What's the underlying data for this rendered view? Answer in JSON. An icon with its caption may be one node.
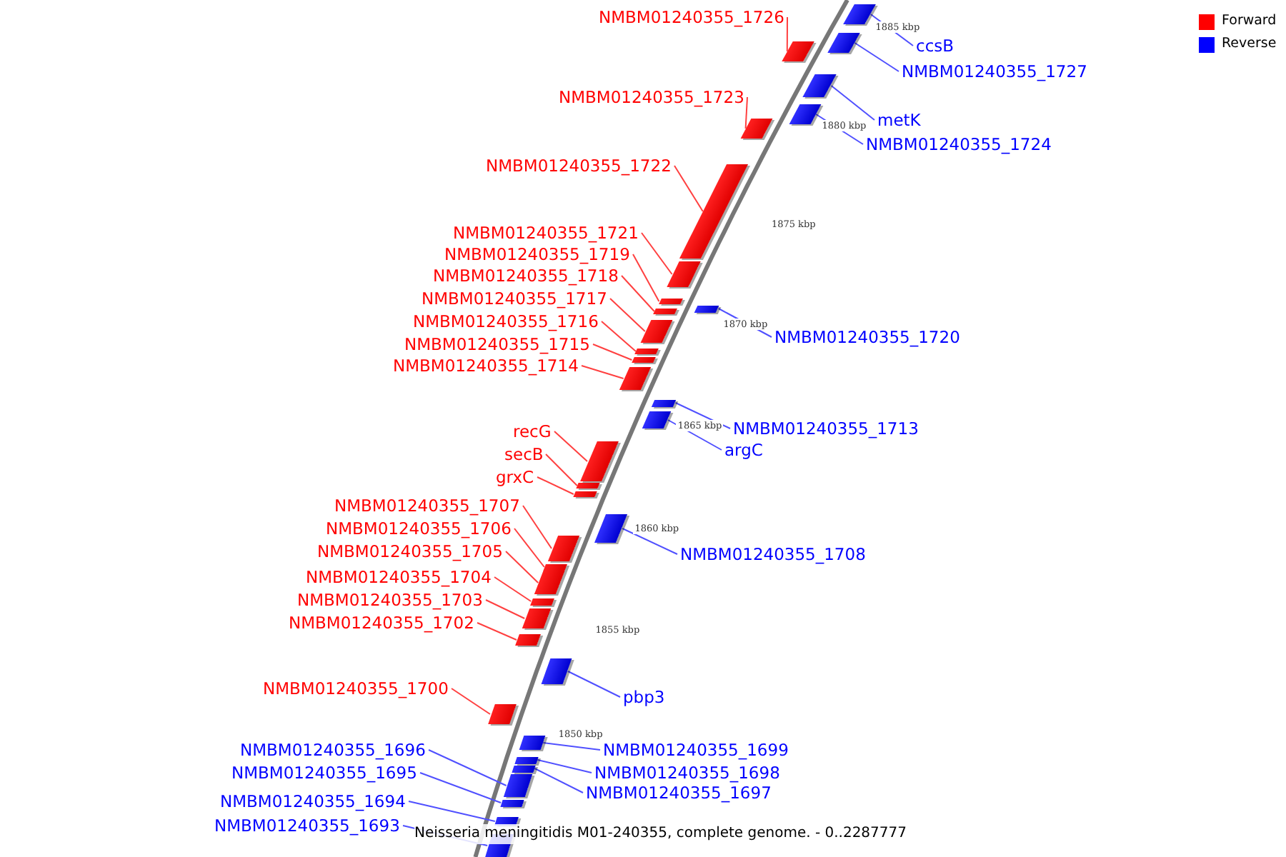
{
  "diagram": {
    "caption": "Neisseria meningitidis M01-240355, complete genome. - 0..2287777",
    "nodes": [
      {
        "text": [
          "NMBM01240355_1726"
        ]
      },
      {
        "text": [
          "ccsB"
        ]
      },
      {
        "text": [
          "NMBM01240355_1727"
        ]
      },
      {
        "text": [
          "NMBM01240355_1723"
        ]
      },
      {
        "text": [
          "metK"
        ]
      },
      {
        "text": [
          "NMBM01240355_1724"
        ]
      },
      {
        "text": [
          "NMBM01240355_1722"
        ]
      },
      {
        "text": [
          "NMBM01240355_1721"
        ]
      },
      {
        "text": [
          "NMBM01240355_1719"
        ]
      },
      {
        "text": [
          "NMBM01240355_1718"
        ]
      },
      {
        "text": [
          "NMBM01240355_1717"
        ]
      },
      {
        "text": [
          "NMBM01240355_1716"
        ]
      },
      {
        "text": [
          "NMBM01240355_1720"
        ]
      },
      {
        "text": [
          "NMBM01240355_1715"
        ]
      },
      {
        "text": [
          "NMBM01240355_1714"
        ]
      },
      {
        "text": [
          "NMBM01240355_1713"
        ]
      },
      {
        "text": [
          "recG"
        ]
      },
      {
        "text": [
          "argC"
        ]
      },
      {
        "text": [
          "secB"
        ]
      },
      {
        "text": [
          "grxC"
        ]
      },
      {
        "text": [
          "NMBM01240355_1707"
        ]
      },
      {
        "text": [
          "NMBM01240355_1706"
        ]
      },
      {
        "text": [
          "NMBM01240355_1705"
        ]
      },
      {
        "text": [
          "NMBM01240355_1708"
        ]
      },
      {
        "text": [
          "NMBM01240355_1704"
        ]
      },
      {
        "text": [
          "NMBM01240355_1703"
        ]
      },
      {
        "text": [
          "NMBM01240355_1702"
        ]
      },
      {
        "text": [
          "NMBM01240355_1700"
        ]
      },
      {
        "text": [
          "pbp3"
        ]
      },
      {
        "text": [
          "NMBM01240355_1699"
        ]
      },
      {
        "text": [
          "NMBM01240355_1696"
        ]
      },
      {
        "text": [
          "NMBM01240355_1698"
        ]
      },
      {
        "text": [
          "NMBM01240355_1695"
        ]
      },
      {
        "text": [
          "NMBM01240355_1697"
        ]
      },
      {
        "text": [
          "NMBM01240355_1694"
        ]
      },
      {
        "text": [
          "NMBM01240355_1693"
        ]
      },
      {
        "text": [],
        "shape": "bar"
      },
      {
        "text": [],
        "shape": "bar"
      },
      {
        "text": [],
        "shape": "bar"
      },
      {
        "text": [],
        "shape": "bar"
      },
      {
        "text": [],
        "shape": "bar"
      },
      {
        "text": [],
        "shape": "bar"
      },
      {
        "text": [],
        "shape": "bar"
      },
      {
        "text": [],
        "shape": "bar"
      },
      {
        "text": [],
        "shape": "bar"
      },
      {
        "text": [],
        "shape": "bar"
      },
      {
        "text": [],
        "shape": "bar"
      },
      {
        "text": [],
        "shape": "bar"
      },
      {
        "text": [],
        "shape": "bar"
      },
      {
        "text": [],
        "shape": "bar"
      },
      {
        "text": [],
        "shape": "bar"
      },
      {
        "text": [],
        "shape": "bar"
      },
      {
        "text": [],
        "shape": "bar"
      },
      {
        "text": [],
        "shape": "bar"
      },
      {
        "text": [],
        "shape": "bar"
      },
      {
        "text": [],
        "shape": "bar"
      },
      {
        "text": [],
        "shape": "bar"
      },
      {
        "text": [],
        "shape": "bar"
      },
      {
        "text": [],
        "shape": "bar"
      },
      {
        "text": [],
        "shape": "bar"
      },
      {
        "text": [],
        "shape": "bar"
      },
      {
        "text": [],
        "shape": "bar"
      },
      {
        "text": [],
        "shape": "bar"
      },
      {
        "text": [],
        "shape": "bar"
      },
      {
        "text": [],
        "shape": "bar"
      },
      {
        "text": [],
        "shape": "bar"
      },
      {
        "text": [],
        "shape": "bar"
      },
      {
        "text": [],
        "shape": "bar"
      },
      {
        "text": [],
        "shape": "bar"
      },
      {
        "text": [],
        "shape": "bar"
      },
      {
        "text": [],
        "shape": "bar"
      },
      {
        "text": [],
        "shape": "bar"
      }
    ],
    "edges": [
      {
        "from": 0,
        "to": 36,
        "arrow": "none"
      },
      {
        "from": 1,
        "to": 37,
        "arrow": "none",
        "color": "#5050ff"
      },
      {
        "from": 2,
        "to": 38,
        "arrow": "none",
        "color": "#5050ff"
      },
      {
        "from": 3,
        "to": 39,
        "arrow": "none"
      },
      {
        "from": 4,
        "to": 40,
        "arrow": "none",
        "color": "#5050ff"
      },
      {
        "from": 5,
        "to": 41,
        "arrow": "none",
        "color": "#5050ff"
      },
      {
        "from": 6,
        "to": 42,
        "arrow": "none"
      },
      {
        "from": 7,
        "to": 43,
        "arrow": "none"
      },
      {
        "from": 8,
        "to": 44,
        "arrow": "none"
      },
      {
        "from": 9,
        "to": 45,
        "arrow": "none"
      },
      {
        "from": 10,
        "to": 46,
        "arrow": "none"
      },
      {
        "from": 11,
        "to": 47,
        "arrow": "none"
      },
      {
        "from": 12,
        "to": 48,
        "arrow": "none",
        "color": "#5050ff"
      },
      {
        "from": 13,
        "to": 49,
        "arrow": "none"
      },
      {
        "from": 14,
        "to": 50,
        "arrow": "none"
      },
      {
        "from": 15,
        "to": 51,
        "arrow": "none",
        "color": "#5050ff"
      },
      {
        "from": 16,
        "to": 52,
        "arrow": "none"
      },
      {
        "from": 17,
        "to": 53,
        "arrow": "none",
        "color": "#5050ff"
      },
      {
        "from": 18,
        "to": 54,
        "arrow": "none"
      },
      {
        "from": 19,
        "to": 55,
        "arrow": "none"
      },
      {
        "from": 20,
        "to": 56,
        "arrow": "none"
      },
      {
        "from": 21,
        "to": 57,
        "arrow": "none"
      },
      {
        "from": 22,
        "to": 58,
        "arrow": "none"
      },
      {
        "from": 23,
        "to": 59,
        "arrow": "none",
        "color": "#5050ff"
      },
      {
        "from": 24,
        "to": 60,
        "arrow": "none"
      },
      {
        "from": 25,
        "to": 61,
        "arrow": "none"
      },
      {
        "from": 26,
        "to": 62,
        "arrow": "none"
      },
      {
        "from": 27,
        "to": 63,
        "arrow": "none"
      },
      {
        "from": 28,
        "to": 64,
        "arrow": "none",
        "color": "#5050ff"
      },
      {
        "from": 29,
        "to": 65,
        "arrow": "none",
        "color": "#5050ff"
      },
      {
        "from": 30,
        "to": 66,
        "arrow": "none",
        "color": "#5050ff"
      },
      {
        "from": 31,
        "to": 67,
        "arrow": "none",
        "color": "#5050ff"
      },
      {
        "from": 32,
        "to": 68,
        "arrow": "none",
        "color": "#5050ff"
      },
      {
        "from": 33,
        "to": 69,
        "arrow": "none",
        "color": "#5050ff"
      },
      {
        "from": 34,
        "to": 70,
        "arrow": "none",
        "color": "#5050ff"
      },
      {
        "from": 35,
        "to": 71,
        "arrow": "none",
        "color": "#5050ff"
      }
    ],
    "labels": [
      "1885 kbp",
      "1880 kbp",
      "1875 kbp",
      "1870 kbp",
      "1865 kbp",
      "1860 kbp",
      "1855 kbp",
      "1850 kbp"
    ],
    "legend": [
      {
        "text": "Forward",
        "color": "#ff0000"
      },
      {
        "text": "Reverse",
        "color": "#0000ff"
      }
    ]
  }
}
